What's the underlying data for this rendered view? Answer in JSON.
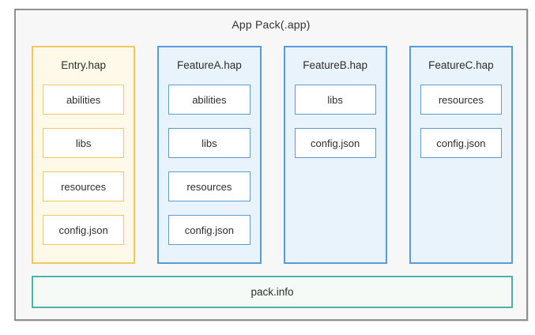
{
  "diagram": {
    "title": "App Pack(.app)",
    "modules": [
      {
        "name": "Entry.hap",
        "kind": "entry",
        "items": [
          "abilities",
          "libs",
          "resources",
          "config.json"
        ]
      },
      {
        "name": "FeatureA.hap",
        "kind": "feature",
        "items": [
          "abilities",
          "libs",
          "resources",
          "config.json"
        ]
      },
      {
        "name": "FeatureB.hap",
        "kind": "feature",
        "items": [
          "libs",
          "config.json"
        ]
      },
      {
        "name": "FeatureC.hap",
        "kind": "feature",
        "items": [
          "resources",
          "config.json"
        ]
      }
    ],
    "footer": {
      "label": "pack.info"
    },
    "colors": {
      "outer_border": "#8f8f8f",
      "outer_bg": "#f7f7f7",
      "entry_border": "#f0c860",
      "entry_bg": "#fef9e8",
      "feature_border": "#5b9bd5",
      "feature_bg": "#e9f3fb",
      "packinfo_border": "#50b2a4",
      "packinfo_bg": "#f5faf6"
    }
  }
}
